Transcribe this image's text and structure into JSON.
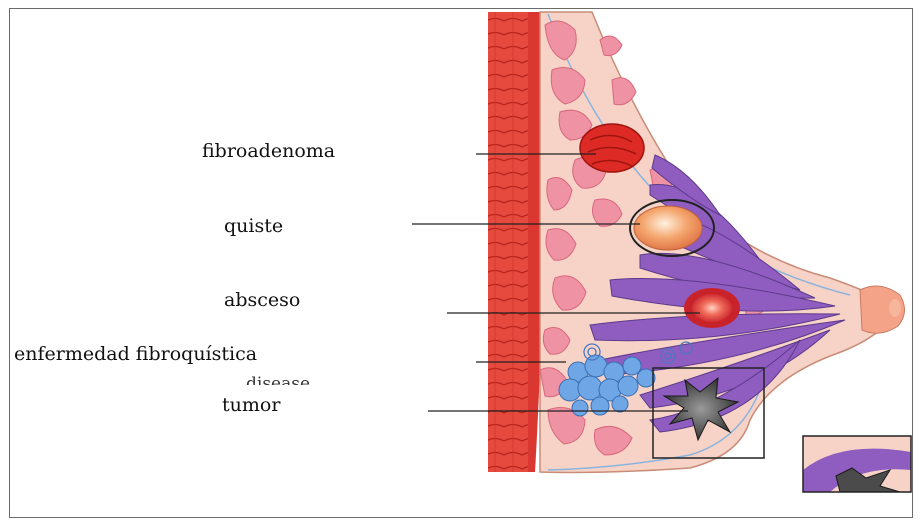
{
  "labels": {
    "fibroadenoma": "fibroadenoma",
    "quiste": "quiste",
    "absceso": "absceso",
    "enfermedad": "enfermedad fibroquística",
    "disease_fragment": "disease",
    "tumor": "tumor"
  },
  "colors": {
    "chest_wall": "#e8463c",
    "tissue": "#f6d2c6",
    "fat_lobules": "#ef8fa0",
    "ducts": "#8a56b8",
    "cyst": "#f29a6a",
    "fibroadenoma": "#dd2a24",
    "fibrocystic": "#6ea6e6",
    "tumor": "#4b4b4b"
  }
}
